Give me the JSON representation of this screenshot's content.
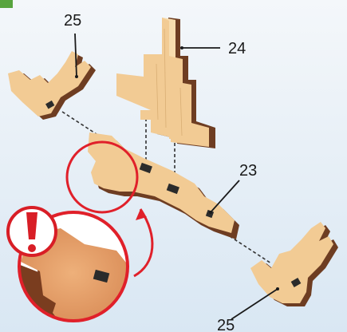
{
  "diagram": {
    "colors": {
      "bg_top": "#f4f7fa",
      "bg_bottom": "#d9e7f3",
      "wood_face": "#f2cb94",
      "wood_light": "#f7dcae",
      "wood_edge": "#6e3d22",
      "wood_edge_dark": "#4a2613",
      "slot": "#2b2b2b",
      "dashed_line": "#333333",
      "callout_line": "#1a1a1a",
      "highlight_red": "#e0202a",
      "warning_red": "#d81e26",
      "corner_tab": "#58a43e",
      "zoom_wood": "#d88a55",
      "zoom_wood_light": "#eeb07a"
    },
    "labels": {
      "part_24": "24",
      "part_23": "23",
      "part_25_top": "25",
      "part_25_bottom": "25"
    },
    "parts": [
      {
        "id": "23",
        "icon": "wood-beam-piece"
      },
      {
        "id": "24",
        "icon": "wood-fin-piece"
      },
      {
        "id": "25",
        "icon": "wood-branch-piece",
        "count": 2
      }
    ],
    "warning": {
      "icon": "exclamation-mark-icon"
    }
  }
}
